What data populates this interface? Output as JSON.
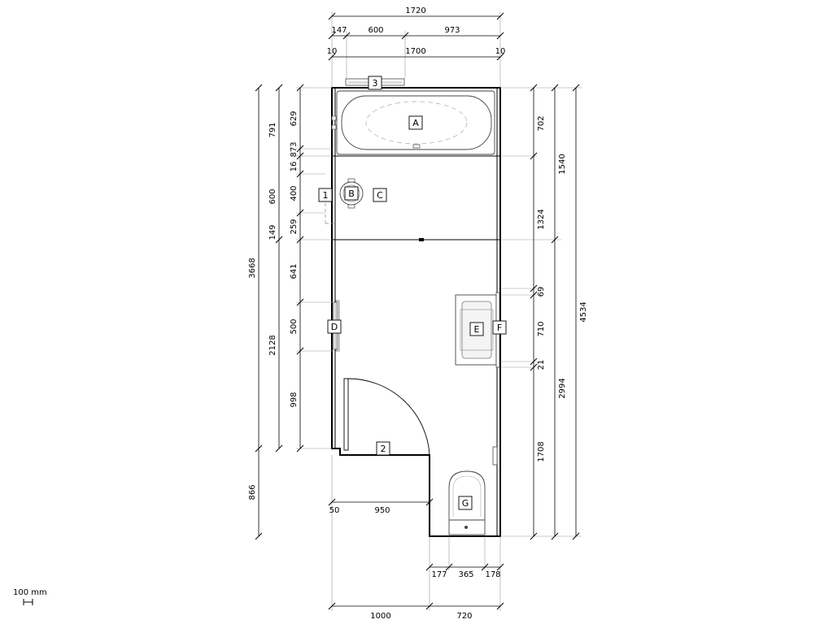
{
  "dimensions": {
    "top_total": "1720",
    "top_seg1": "147",
    "top_seg2": "600",
    "top_seg3": "973",
    "top_left_wall": "10",
    "top_inner": "1700",
    "top_right_wall": "10",
    "left_629": "629",
    "left_16": "16",
    "left_873": "873",
    "left_400": "400",
    "left_259": "259",
    "left_641": "641",
    "left_500": "500",
    "left_998": "998",
    "left_791": "791",
    "left_600": "600",
    "left_149": "149",
    "left_2128": "2128",
    "left_3668": "3668",
    "left_866": "866",
    "right_702": "702",
    "right_1324": "1324",
    "right_69": "69",
    "right_710": "710",
    "right_21": "21",
    "right_1708": "1708",
    "right_1540": "1540",
    "right_2994": "2994",
    "right_4534": "4534",
    "door_50": "50",
    "door_950": "950",
    "bottom_177": "177",
    "bottom_365": "365",
    "bottom_178": "178",
    "bottom_1000": "1000",
    "bottom_720": "720"
  },
  "tags": {
    "A": "A",
    "B": "B",
    "C": "C",
    "D": "D",
    "E": "E",
    "F": "F",
    "G": "G",
    "n1": "1",
    "n2": "2",
    "n3": "3"
  },
  "scale_label": "100 mm"
}
